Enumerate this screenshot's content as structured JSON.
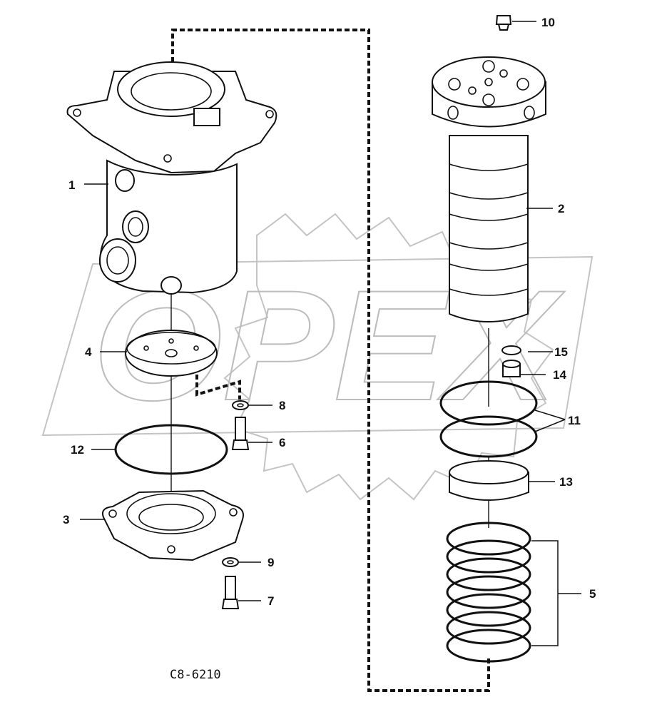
{
  "drawing_code": "C8-6210",
  "watermark": "OPEX",
  "callouts": {
    "c1": "1",
    "c2": "2",
    "c3": "3",
    "c4": "4",
    "c5": "5",
    "c6": "6",
    "c7": "7",
    "c8": "8",
    "c9": "9",
    "c10": "10",
    "c11": "11",
    "c12": "12",
    "c13": "13",
    "c14": "14",
    "c15": "15"
  }
}
